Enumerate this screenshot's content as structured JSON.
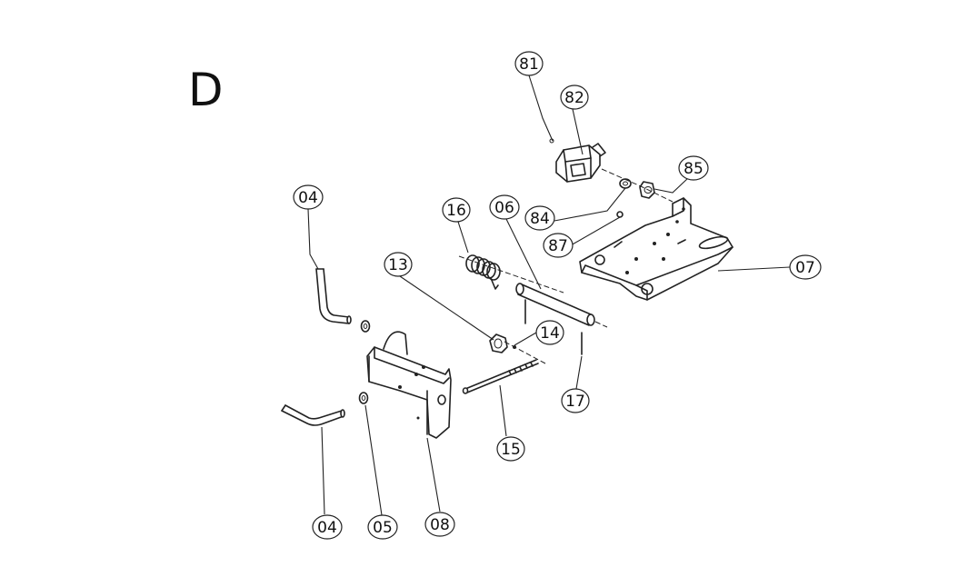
{
  "section_label": "D",
  "callouts": {
    "c81": "81",
    "c82": "82",
    "c85": "85",
    "c84": "84",
    "c87": "87",
    "c04_top": "04",
    "c16": "16",
    "c06": "06",
    "c07": "07",
    "c13": "13",
    "c14": "14",
    "c17": "17",
    "c15": "15",
    "c04_bottom": "04",
    "c05": "05",
    "c08": "08"
  }
}
